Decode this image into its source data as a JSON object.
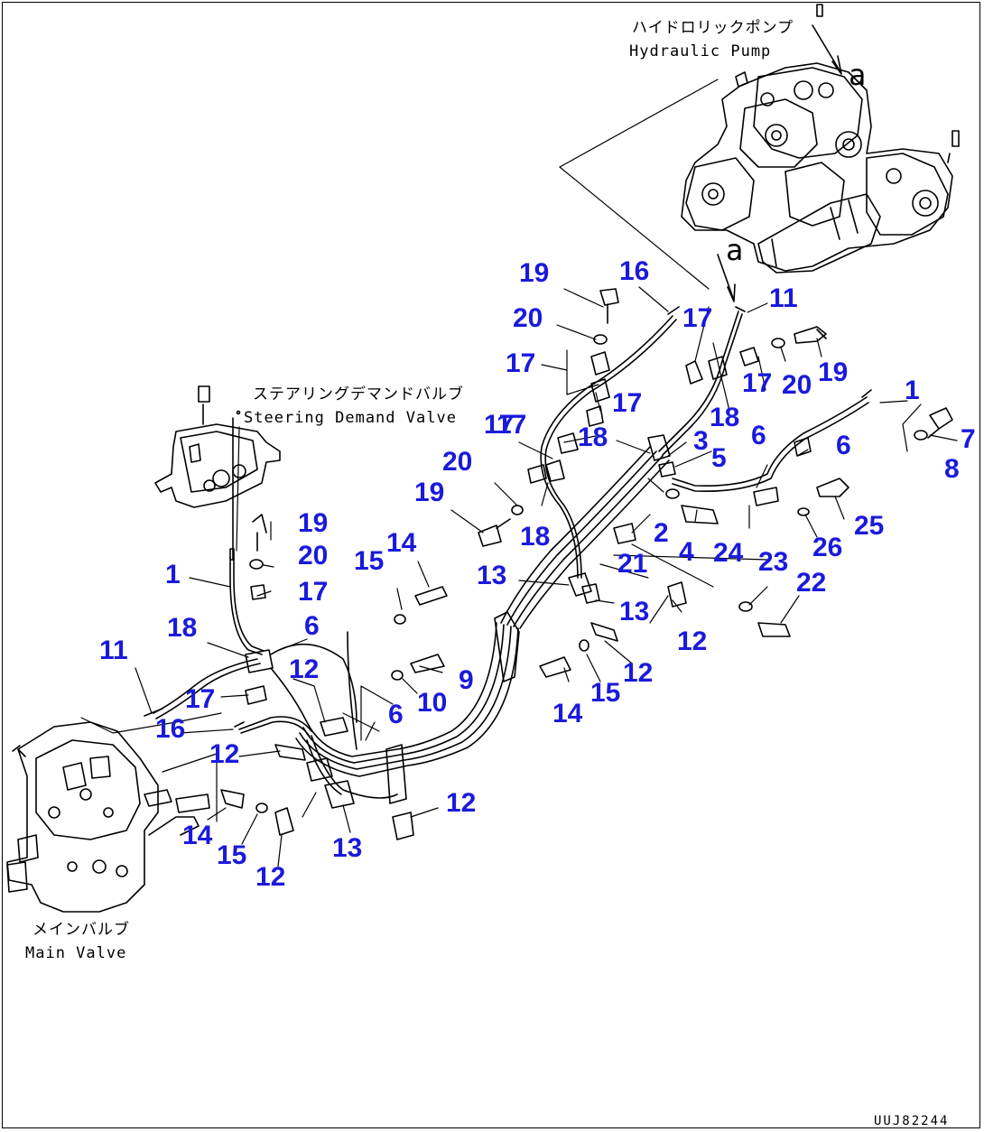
{
  "components": {
    "pump_jp": "ハイドロリックポンプ",
    "pump_en": "Hydraulic Pump",
    "steering_jp": "ステアリングデマンドバルブ",
    "steering_en": "Steering Demand Valve",
    "main_jp": "メインバルブ",
    "main_en": "Main Valve",
    "view_mark_top": "a",
    "view_mark_mid": "a"
  },
  "drawing_code": "UUJ82244",
  "part_callouts": [
    "19",
    "16",
    "20",
    "17",
    "11",
    "17",
    "17",
    "20",
    "19",
    "17",
    "17",
    "18",
    "18",
    "1",
    "17",
    "3",
    "6",
    "7",
    "6",
    "20",
    "5",
    "8",
    "19",
    "18",
    "2",
    "4",
    "24",
    "25",
    "26",
    "14",
    "19",
    "15",
    "20",
    "21",
    "23",
    "22",
    "13",
    "1",
    "17",
    "13",
    "12",
    "6",
    "18",
    "12",
    "11",
    "9",
    "10",
    "17",
    "15",
    "12",
    "6",
    "14",
    "16",
    "12",
    "14",
    "15",
    "12",
    "13",
    "12"
  ],
  "colors": {
    "callout": "#1a1adc",
    "line": "#000000",
    "background": "#ffffff"
  }
}
